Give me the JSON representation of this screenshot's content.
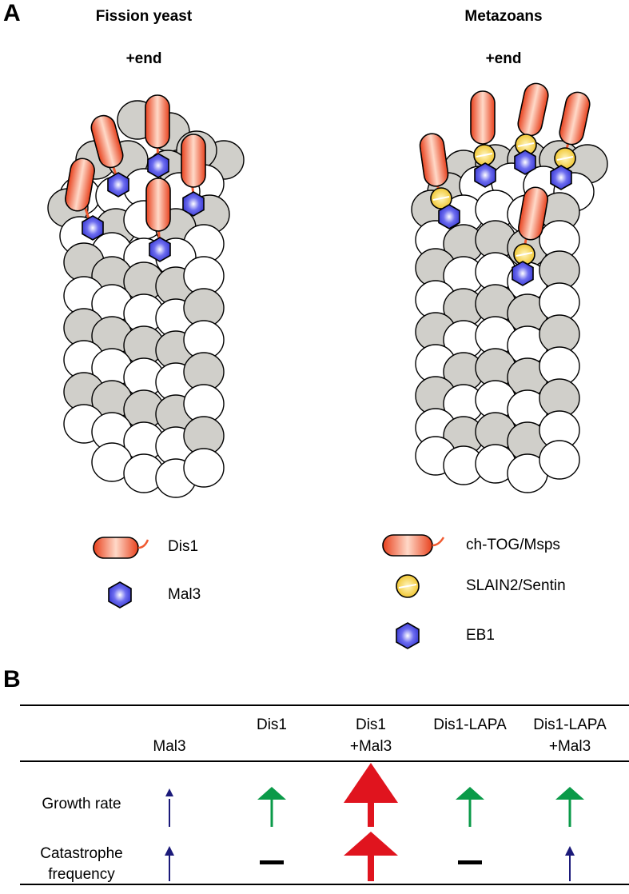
{
  "panel_a": {
    "label": "A",
    "left": {
      "title": "Fission yeast",
      "end_label": "+end"
    },
    "right": {
      "title": "Metazoans",
      "end_label": "+end"
    },
    "legend_left": [
      {
        "icon": "dis1-tog-icon",
        "label": "Dis1"
      },
      {
        "icon": "mal3-hexagon-icon",
        "label": "Mal3"
      }
    ],
    "legend_right": [
      {
        "icon": "chtog-msps-icon",
        "label": "ch-TOG/Msps"
      },
      {
        "icon": "slain2-sentin-icon",
        "label": "SLAIN2/Sentin"
      },
      {
        "icon": "eb1-hexagon-icon",
        "label": "EB1"
      }
    ]
  },
  "panel_b": {
    "label": "B",
    "columns": [
      {
        "line1": "",
        "line2": "Mal3"
      },
      {
        "line1": "Dis1",
        "line2": ""
      },
      {
        "line1": "Dis1",
        "line2": "+Mal3"
      },
      {
        "line1": "Dis1-LAPA",
        "line2": ""
      },
      {
        "line1": "Dis1-LAPA",
        "line2": "+Mal3"
      }
    ],
    "rows": [
      {
        "label_line1": "Growth rate",
        "label_line2": "",
        "effects": [
          "small-increase",
          "moderate-increase",
          "large-increase",
          "moderate-increase",
          "moderate-increase"
        ]
      },
      {
        "label_line1": "Catastrophe",
        "label_line2": "frequency",
        "effects": [
          "small-increase",
          "no-change",
          "large-increase",
          "no-change",
          "small-increase"
        ]
      }
    ],
    "colors": {
      "small": "#1b1a7a",
      "moderate": "#0a9a48",
      "large": "#e0141e",
      "none": "#000000"
    }
  },
  "colors": {
    "tubulin_grey": "#d0cfca",
    "tubulin_white": "#ffffff",
    "tog_red": "#f05a30",
    "eb_blue": "#3b3bd6",
    "slain_yellow": "#f2c92a"
  }
}
